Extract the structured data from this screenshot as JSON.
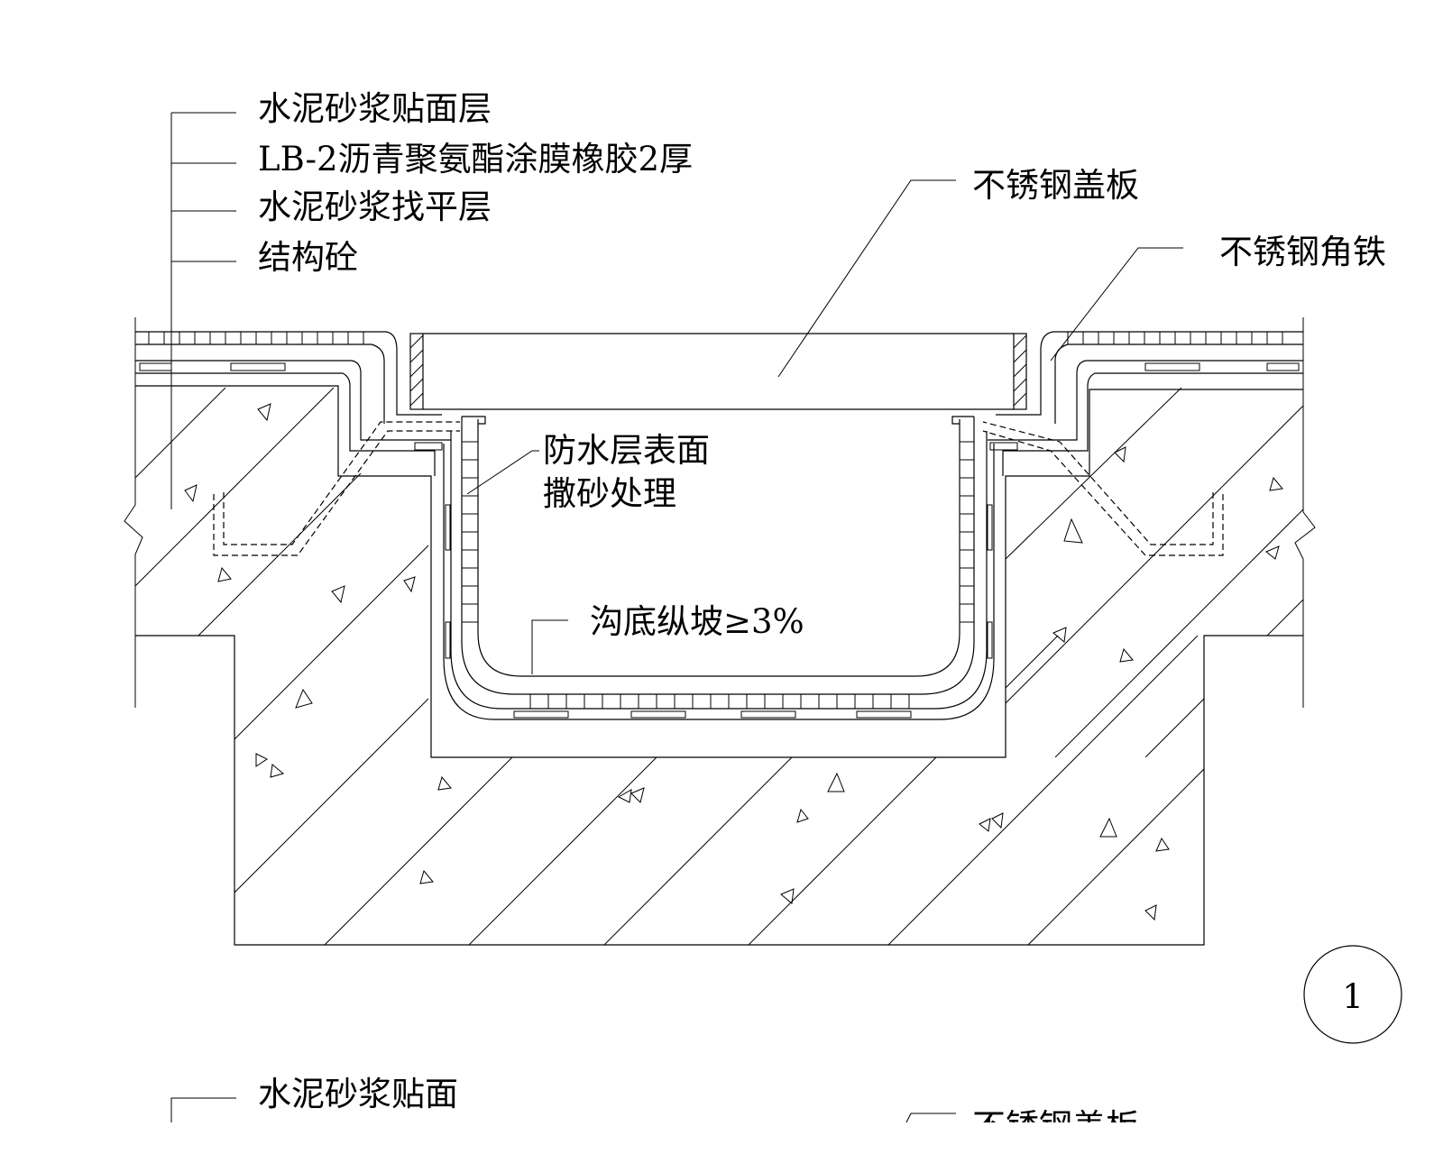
{
  "labels": {
    "layer_tile": "水泥砂浆贴面层",
    "layer_membrane": "LB-2沥青聚氨酯涂膜橡胶2厚",
    "layer_screed": "水泥砂浆找平层",
    "layer_concrete": "结构砼",
    "cover_plate": "不锈钢盖板",
    "angle_iron": "不锈钢角铁",
    "sand_line1": "防水层表面",
    "sand_line2": "撒砂处理",
    "slope": "沟底纵坡≥3%",
    "detail_number": "1",
    "cut_tile": "水泥砂浆贴面",
    "cut_cover": "不锈钢盖板"
  },
  "colors": {
    "ink": "#000000",
    "paper": "#ffffff"
  }
}
